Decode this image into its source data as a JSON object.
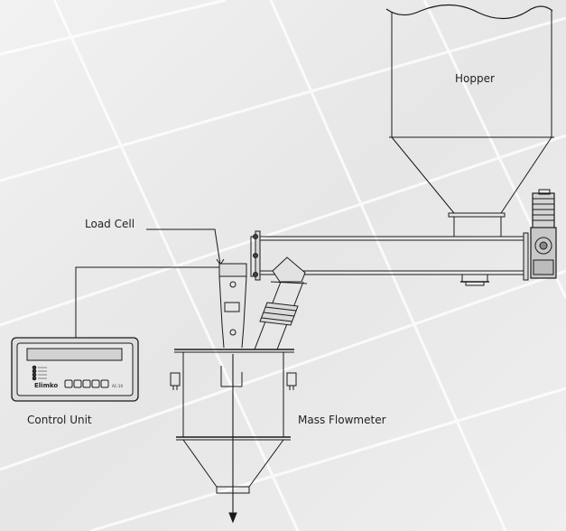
{
  "labels": {
    "hopper": "Hopper",
    "load_cell": "Load Cell",
    "control_unit": "Control Unit",
    "mass_flowmeter": "Mass Flowmeter"
  },
  "control_unit_panel": {
    "brand": "Elimko",
    "model": "AC-10"
  },
  "colors": {
    "background": "#ececec",
    "line": "#1a1a1a",
    "panel": "#dcdcdc"
  }
}
